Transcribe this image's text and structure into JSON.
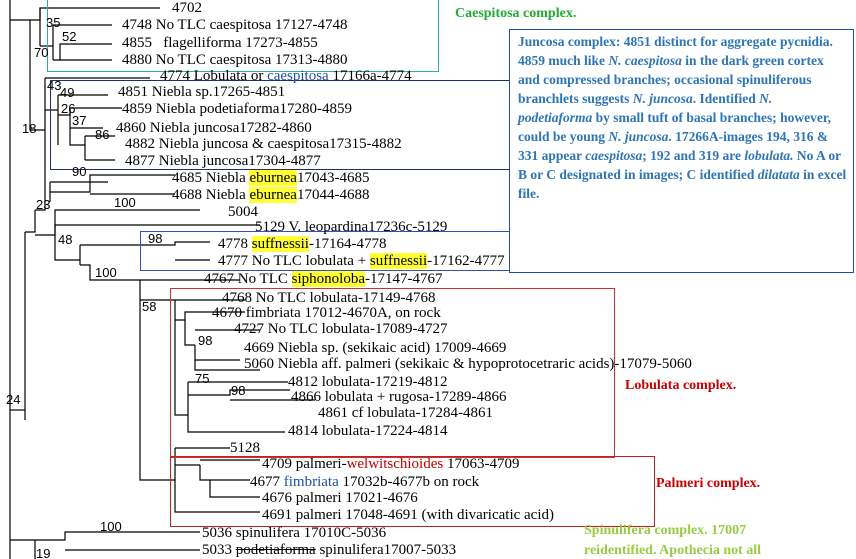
{
  "support": {
    "s35": "35",
    "s52": "52",
    "s70": "70",
    "s43": "43",
    "s49": "49",
    "s26": "26",
    "s37": "37",
    "s86": "86",
    "s18": "18",
    "s90": "90",
    "s100a": "100",
    "s23": "23",
    "s48": "48",
    "s98a": "98",
    "s100b": "100",
    "s58": "58",
    "s98b": "98",
    "s75": "75",
    "s98c": "98",
    "s24": "24",
    "s100c": "100",
    "s19": "19"
  },
  "taxa": {
    "t4702": "4702",
    "t4748_num": "4748",
    "t4748_txt": "No TLC caespitosa 17127-4748",
    "t4855_num": "4855",
    "t4855_txt": "flagelliforma 17273-4855",
    "t4880_num": "4880",
    "t4880_txt": "No TLC caespitosa 17313-4880",
    "t4774_num": "4774",
    "t4774_a": "Lobulata or ",
    "t4774_b": "caespitosa",
    "t4774_c": " 17166a-4774",
    "t4851_num": "4851",
    "t4851_txt": "Niebla sp.17265-4851",
    "t4859_num": "4859",
    "t4859_txt": "Niebla podetiaforma17280-4859",
    "t4860_num": "4860",
    "t4860_txt": "Niebla juncosa17282-4860",
    "t4882_num": "4882",
    "t4882_txt": "Niebla juncosa & caespitosa17315-4882",
    "t4877_num": "4877",
    "t4877_txt": "Niebla juncosa17304-4877",
    "t4685_num": "4685",
    "t4685_a": "Niebla ",
    "t4685_b": "eburnea",
    "t4685_c": "17043-4685",
    "t4688_num": "4688",
    "t4688_a": "Niebla ",
    "t4688_b": "eburnea",
    "t4688_c": "17044-4688",
    "t5004": "5004",
    "t5129_num": "5129",
    "t5129_txt": "V. leopardina17236c-5129",
    "t4778_num": "4778",
    "t4778_a": "suffnessii",
    "t4778_b": "-17164-4778",
    "t4777_num": "4777",
    "t4777_a": "No TLC  lobulata + ",
    "t4777_b": "suffnessii",
    "t4777_c": "-17162-4777",
    "t4767_num": "4767",
    "t4767_a": "No TLC  ",
    "t4767_b": "siphonoloba",
    "t4767_c": "-17147-4767",
    "t4768_num": "4768",
    "t4768_txt": "No TLC  lobulata-17149-4768",
    "t4670_num": "4670",
    "t4670_txt": "fimbriata 17012-4670A, on rock",
    "t4727_num": "4727",
    "t4727_txt": "No TLC  lobulata-17089-4727",
    "t4669_num": "4669",
    "t4669_txt": "Niebla sp. (sekikaic acid)  17009-4669",
    "t5060_num": "5060",
    "t5060_txt": "Niebla aff. palmeri (sekikaic & hypoprotocetraric acids)-17079-5060",
    "t4812_num": "4812",
    "t4812_txt": "lobulata-17219-4812",
    "t4866_num": "4866",
    "t4866_txt": "lobulata + rugosa-17289-4866",
    "t4861_num": "4861",
    "t4861_txt": "cf lobulata-17284-4861",
    "t4814_num": "4814",
    "t4814_txt": "lobulata-17224-4814",
    "t5128": "5128",
    "t4709_num": "4709",
    "t4709_a": "palmeri-",
    "t4709_b": "welwitschioides",
    "t4709_c": " 17063-4709",
    "t4677_num": "4677",
    "t4677_a": "fimbriata",
    "t4677_b": " 17032b-4677b on rock",
    "t4676_num": "4676",
    "t4676_txt": "palmeri 17021-4676",
    "t4691_num": "4691",
    "t4691_txt": "palmeri 17048-4691 (with divaricatic acid)",
    "t5036_num": "5036",
    "t5036_txt": "spinulifera 17010C-5036",
    "t5033_num": "5033",
    "t5033_a": "podetiaforma",
    "t5033_b": " spinulifera17007-5033"
  },
  "complexes": {
    "caespitosa": "Caespitosa complex.",
    "lobulata": "Lobulata complex.",
    "palmeri": "Palmeri complex.",
    "spinulifera_1": "Spinulifera complex. 17007",
    "spinulifera_2": "reidentified. Apothecia not all"
  },
  "note": {
    "p1": "Juncosa complex: 4851 distinct for aggregate pycnidia. 4859 much like ",
    "i1": "N. caespitosa",
    "p2": " in the dark green cortex and compressed branches; occasional spinuliferous branchlets suggests ",
    "i2": "N. juncosa",
    "p3": ". Identified ",
    "i3": "N. podetiaforma",
    "p4": " by small tuft of basal branches; however, could be young ",
    "i4": "N. juncosa",
    "p5": ". 17266A-images 194, 316 & 331 appear ",
    "i5": "caespitosa",
    "p6": "; 192 and 319 are ",
    "i6": "lobulata.",
    "p7": " No A or B or C designated in images; C identified ",
    "i7": "dilatata",
    "p8": " in excel file."
  },
  "colors": {
    "caespitosa_box": "#2ab0a0",
    "juncosa_box": "#1f2f6b",
    "suffnessii_box": "#3050c0",
    "lobulata_box": "#d03030",
    "palmeri_box": "#c02020",
    "caespitosa_text": "#22aa33",
    "lobulata_text": "#cc0000",
    "spinulifera_text": "#99cc44",
    "note_text": "#2e75b6",
    "highlight": "#ffff33"
  }
}
